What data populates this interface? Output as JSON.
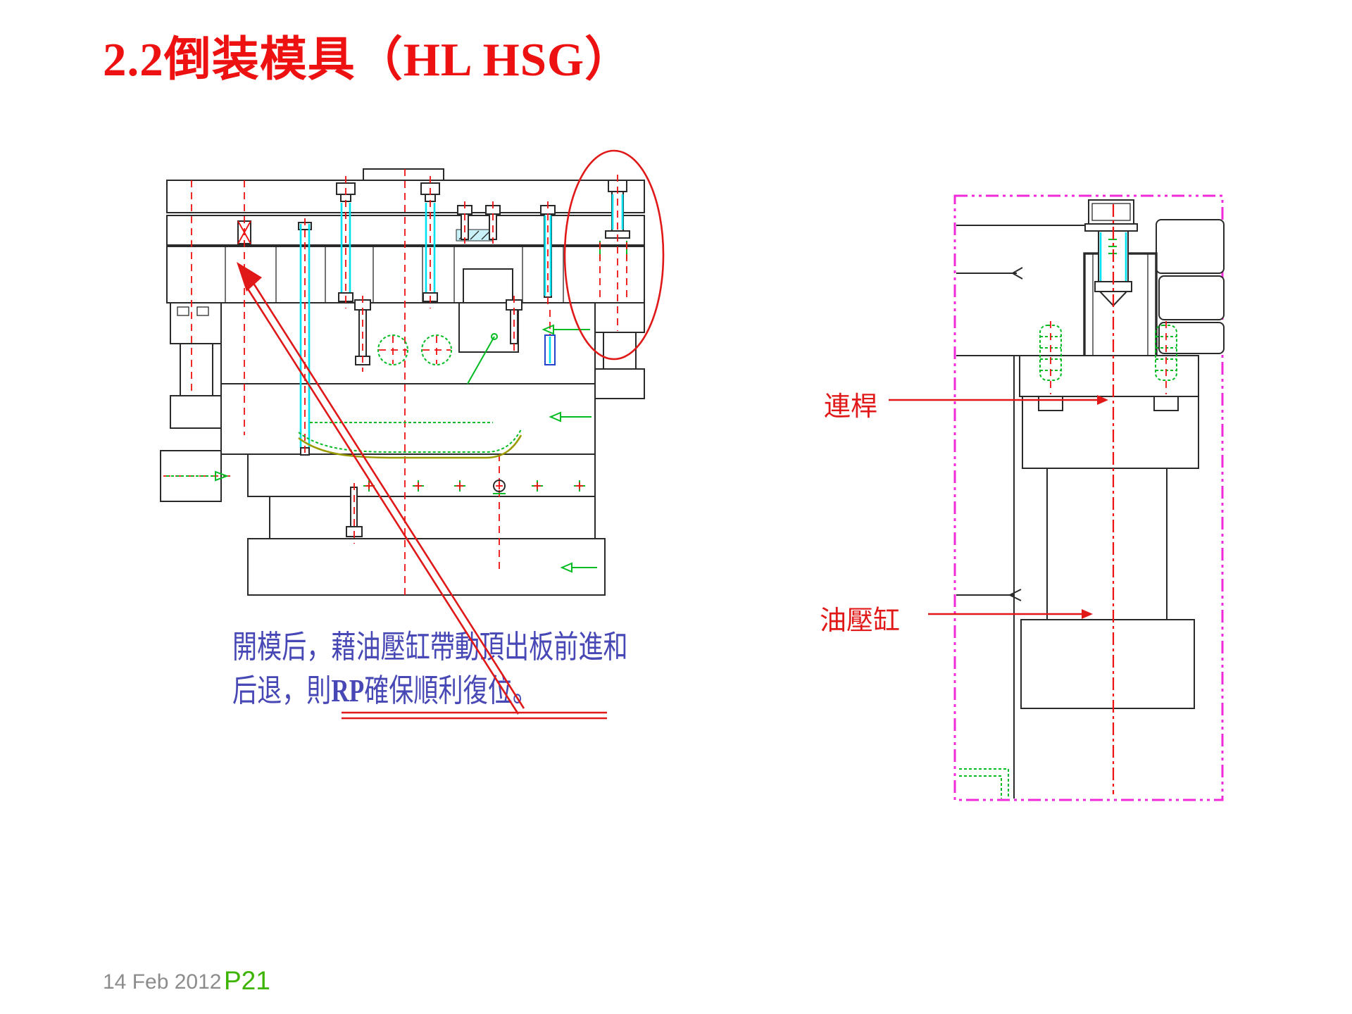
{
  "slide": {
    "title": "2.2倒装模具（HL HSG）",
    "note": {
      "line1": "開模后，藉油壓缸帶動頂出板前進和",
      "line2_prefix": "后退，則",
      "line2_bold": "RP",
      "line2_suffix": "確保順利復位。"
    },
    "callouts": {
      "connecting_rod": "連桿",
      "hydraulic_cylinder": "油壓缸"
    },
    "footer": {
      "date": "14 Feb 2012",
      "page": "P21"
    }
  },
  "colors": {
    "accent_red": "#ee1111",
    "annotation_red": "#e01818",
    "magenta": "#f02ad8",
    "cyan": "#00e0f0",
    "cyan_fill": "#c8f0f6",
    "green": "#00bb22",
    "olive": "#9a9a00",
    "blue_text": "#4747b5",
    "line_dark": "#2a2a2a",
    "footer_gray": "#8c8c8c",
    "footer_green": "#3cb400"
  }
}
